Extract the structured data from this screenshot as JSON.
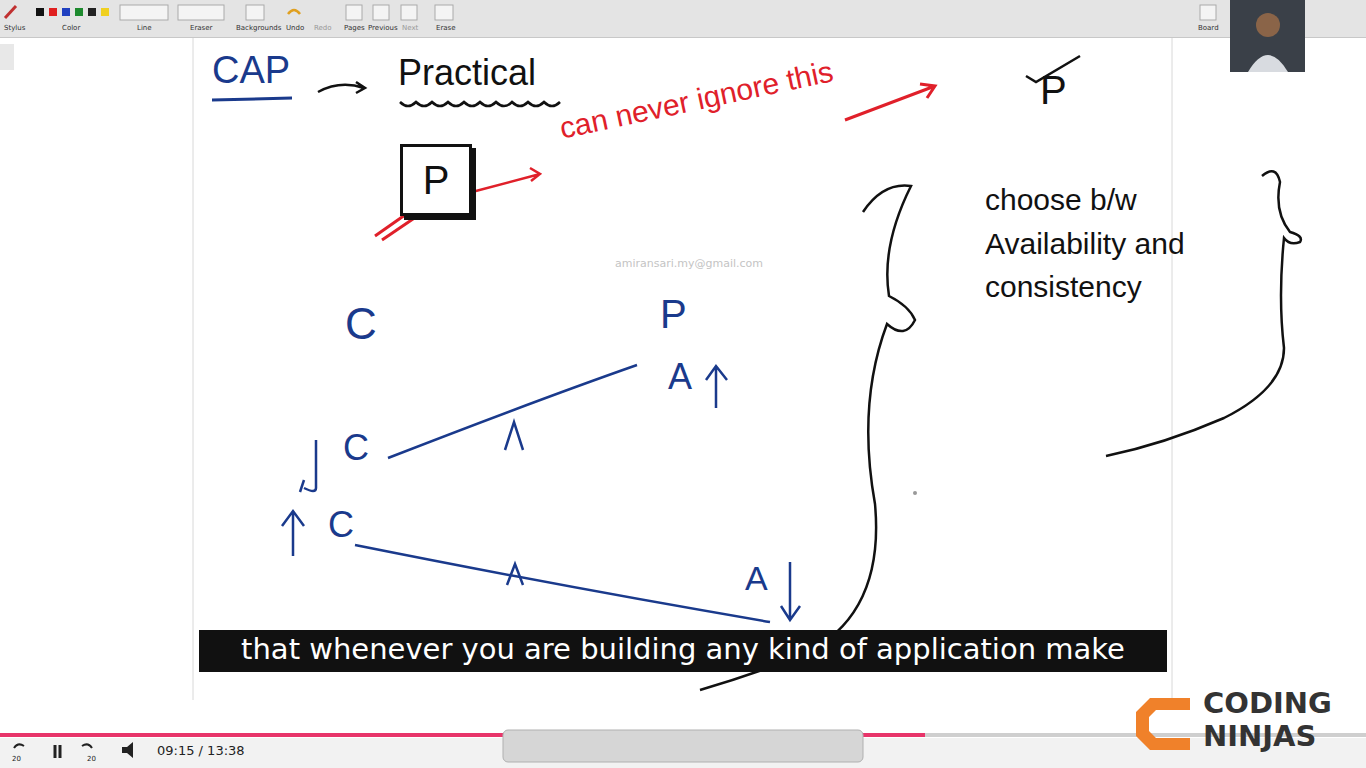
{
  "diagram": {
    "nodes": [
      {
        "text": [
          "P"
        ]
      }
    ],
    "labels": [
      "CAP",
      "Practical",
      "can never ignore this",
      "P",
      "choose b/w Availability and consistency",
      "C",
      "P",
      "A",
      "C",
      "C",
      "A",
      "amiransari.my@gmail.com",
      "that whenever you are building any kind of application make",
      "09:15 / 13:38",
      "CODING",
      "NINJAS",
      "Stylus",
      "Color",
      "Line",
      "Eraser",
      "Backgrounds",
      "Undo",
      "Redo",
      "Pages",
      "Previous",
      "Next",
      "Erase",
      "Board",
      "20",
      "20"
    ]
  }
}
